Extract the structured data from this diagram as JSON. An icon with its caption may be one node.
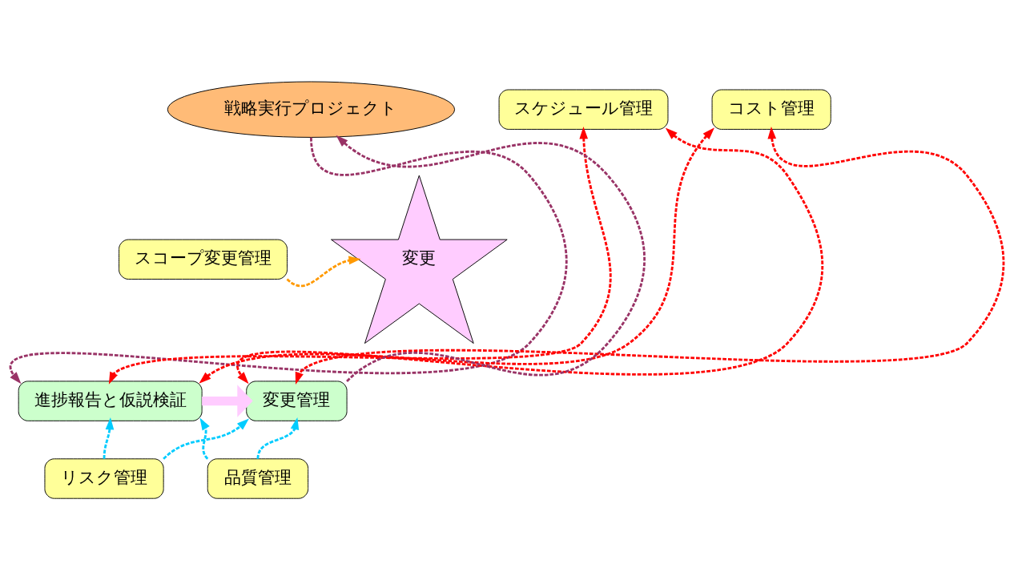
{
  "diagram": {
    "nodes": [
      {
        "text": [
          "戦略実行プロジェクト"
        ]
      },
      {
        "text": [
          "スケジュール管理"
        ]
      },
      {
        "text": [
          "コスト管理"
        ]
      },
      {
        "text": [
          "変更"
        ]
      },
      {
        "text": [
          "スコープ変更管理"
        ]
      },
      {
        "text": [
          "進捗報告と仮説検証"
        ]
      },
      {
        "text": [
          "変更管理"
        ]
      },
      {
        "text": [
          "リスク管理"
        ]
      },
      {
        "text": [
          "品質管理"
        ]
      }
    ],
    "edges": [
      {
        "from": 0,
        "to": 5,
        "arrow": "to",
        "style": "dashed",
        "color": "#993366"
      },
      {
        "from": 6,
        "to": 0,
        "arrow": "to",
        "style": "dashed",
        "color": "#993366"
      },
      {
        "from": 4,
        "to": 3,
        "arrow": "to",
        "style": "dashed",
        "color": "#ff9900"
      },
      {
        "from": 1,
        "to": 5,
        "arrow": "both",
        "style": "dashed",
        "color": "#ff0000"
      },
      {
        "from": 1,
        "to": 6,
        "arrow": "both",
        "style": "dashed",
        "color": "#ff0000"
      },
      {
        "from": 2,
        "to": 5,
        "arrow": "both",
        "style": "dashed",
        "color": "#ff0000"
      },
      {
        "from": 2,
        "to": 6,
        "arrow": "both",
        "style": "dashed",
        "color": "#ff0000"
      },
      {
        "from": 5,
        "to": 6,
        "arrow": "to",
        "style": "thick",
        "color": "#ffccff"
      },
      {
        "from": 7,
        "to": 5,
        "arrow": "to",
        "style": "dashed",
        "color": "#00ccff"
      },
      {
        "from": 7,
        "to": 6,
        "arrow": "to",
        "style": "dashed",
        "color": "#00ccff"
      },
      {
        "from": 8,
        "to": 5,
        "arrow": "to",
        "style": "dashed",
        "color": "#00ccff"
      },
      {
        "from": 8,
        "to": 6,
        "arrow": "to",
        "style": "dashed",
        "color": "#00ccff"
      }
    ]
  }
}
